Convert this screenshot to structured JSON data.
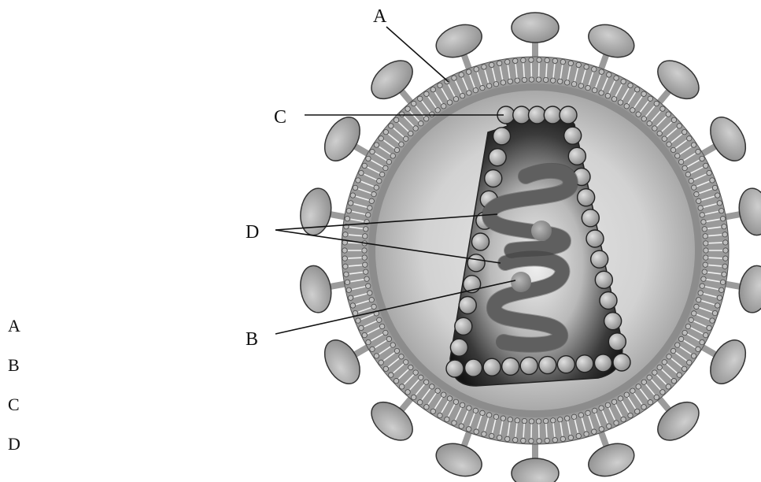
{
  "diagram": {
    "labels": {
      "a": "A",
      "b": "B",
      "c": "C",
      "d": "D"
    }
  },
  "options": [
    "A",
    "B",
    "C",
    "D"
  ]
}
